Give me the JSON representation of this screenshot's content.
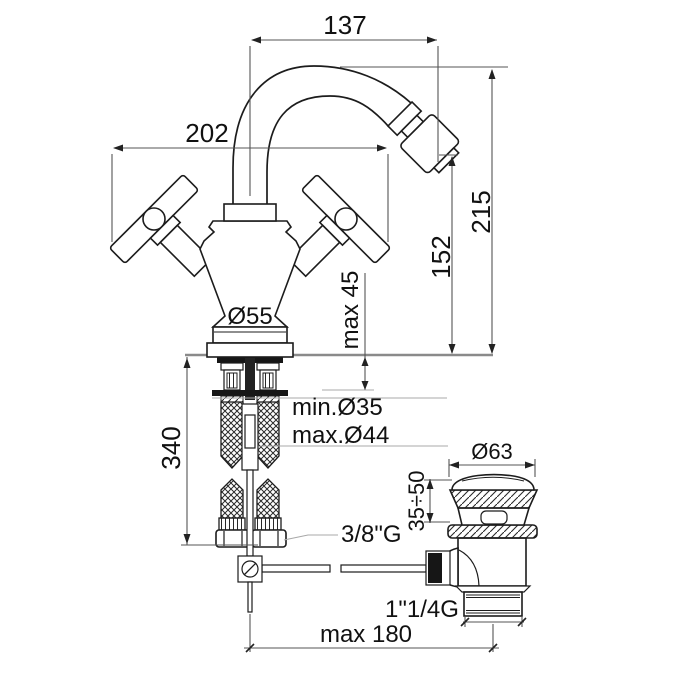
{
  "drawing": {
    "type": "bidet-mixer-installation-dimensions",
    "dims": {
      "spout_offset": "137",
      "overall_width": "202",
      "total_height": "215",
      "spout_height": "152",
      "deck_thickness_max": "max 45",
      "base_diameter": "Ø55",
      "hole_min": "min.Ø35",
      "hole_max": "max.Ø44",
      "hose_depth": "340",
      "inlet_thread": "3/8\"G",
      "waste_cap_diameter": "Ø63",
      "waste_deck_range": "35÷50",
      "waste_thread": "1\"1/4G",
      "rod_reach": "max 180"
    },
    "colors": {
      "line": "#1c1c1c",
      "dimension": "#555555",
      "surface": "#8a8a8a",
      "background": "#ffffff"
    }
  }
}
